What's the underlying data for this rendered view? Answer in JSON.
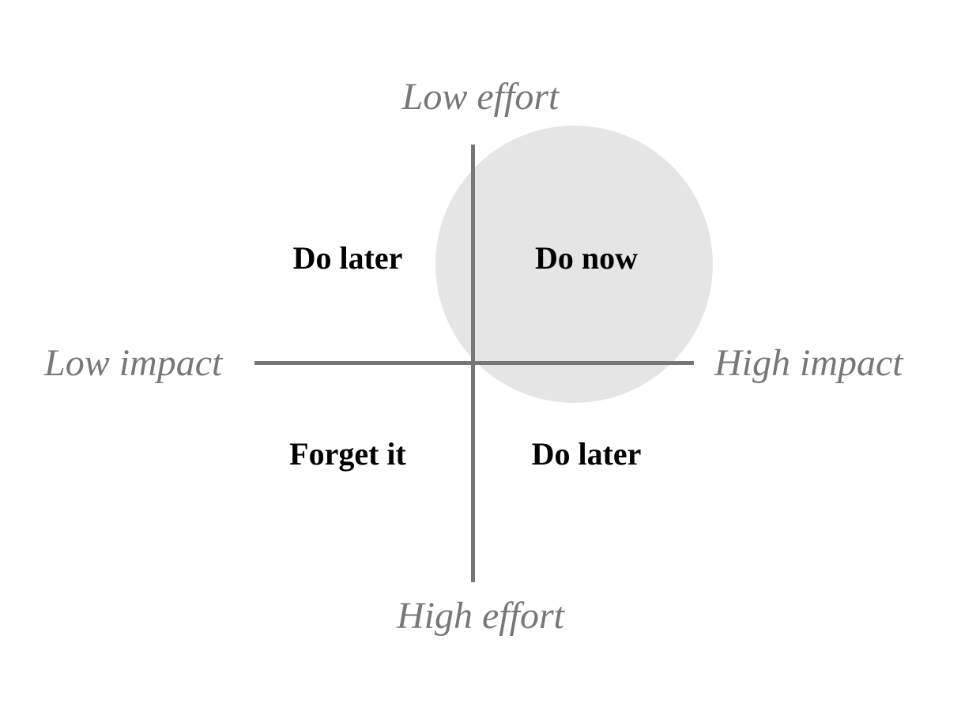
{
  "colors": {
    "axis_line": "#767676",
    "axis_label": "#777777",
    "quadrant_label": "#000000",
    "highlight_circle": "#e5e5e5",
    "background": "#ffffff"
  },
  "axes": {
    "top_label": "Low effort",
    "bottom_label": "High effort",
    "left_label": "Low impact",
    "right_label": "High impact"
  },
  "quadrants": {
    "top_left": "Do later",
    "top_right": "Do now",
    "bottom_left": "Forget it",
    "bottom_right": "Do later"
  },
  "highlight": {
    "quadrant": "top_right"
  }
}
